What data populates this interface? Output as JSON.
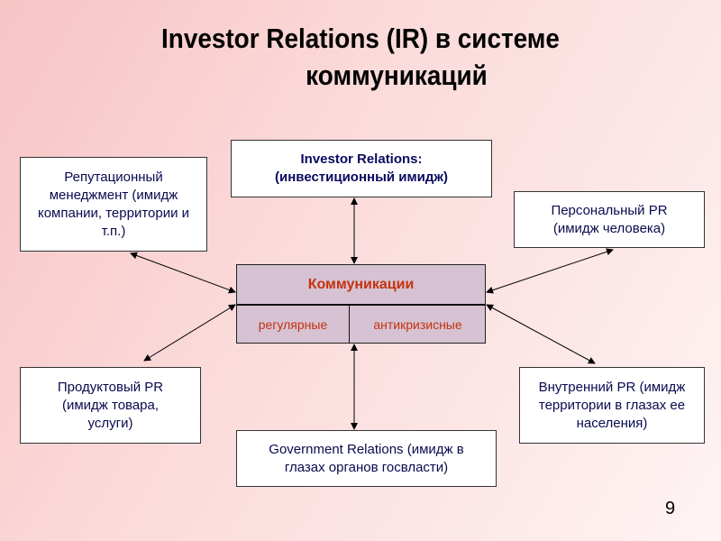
{
  "title": {
    "line1": "Investor Relations (IR) в системе",
    "line2": "коммуникаций"
  },
  "boxes": {
    "investor": {
      "line1": "Investor Relations:",
      "line2": "(инвестиционный имидж)"
    },
    "reputation": "Репутационный менеджмент (имидж компании, территории и т.п.)",
    "personal": "Персональный PR (имидж человека)",
    "product": "Продуктовый PR (имидж товара, услуги)",
    "internal": "Внутренний PR (имидж территории в глазах ее населения)",
    "government": "Government Relations (имидж в глазах органов госвласти)"
  },
  "center": {
    "title": "Коммуникации",
    "left": "регулярные",
    "right": "антикризисные"
  },
  "page_number": "9",
  "colors": {
    "accent": "#c4320f",
    "center_fill": "#d6c2d2",
    "investor_text": "#0a0a50"
  }
}
